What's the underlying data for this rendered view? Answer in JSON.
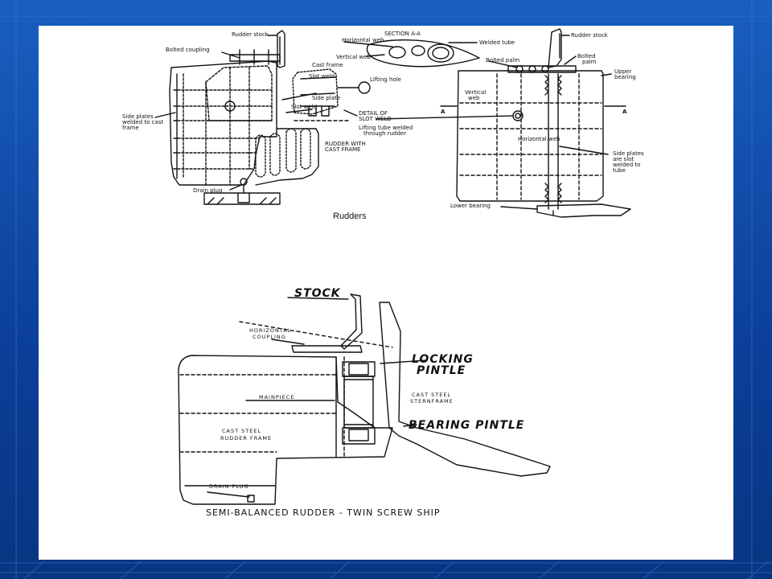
{
  "theme": {
    "background": "#0b3f99",
    "sheet": "#ffffff",
    "ink": "#111111"
  },
  "diagram_top": {
    "caption": "Rudders",
    "left_labels": {
      "rudder_stock": "Rudder stock",
      "bolted_coupling": "Bolted coupling",
      "side_plates_1": "Side plates",
      "side_plates_2": "welded to cast",
      "side_plates_3": "frame",
      "drain_plug": "Drain plug",
      "rudder_cast_1": "RUDDER WITH",
      "rudder_cast_2": "CAST FRAME"
    },
    "section": {
      "title": "SECTION A-A",
      "horizontal_web": "Horizontal web",
      "welded_tube": "Welded tube",
      "vertical_web": "Vertical web"
    },
    "slot_detail": {
      "cast_frame": "Cast frame",
      "slot_weld": "Slot weld",
      "lifting_hole": "Lifting hole",
      "side_plate": "Side plate",
      "slot_weld_2": "Slot weld",
      "detail_1": "DETAIL OF",
      "detail_2": "SLOT WELD",
      "lifting_tube_1": "Lifting tube welded",
      "lifting_tube_2": "through rudder"
    },
    "right_labels": {
      "rudder_stock": "Rudder stock",
      "bolted_palm_1": "Bolted palm",
      "bolted_1": "Bolted",
      "bolted_2": "palm",
      "upper_bearing_1": "Upper",
      "upper_bearing_2": "bearing",
      "vertical_web_1": "Vertical",
      "vertical_web_2": "web",
      "horizontal_web": "Horizontal web",
      "side_plates_1": "Side plates",
      "side_plates_2": "are slot",
      "side_plates_3": "welded to",
      "side_plates_4": "tube",
      "lower_bearing": "Lower bearing",
      "section_a_left": "A",
      "section_a_right": "A"
    }
  },
  "diagram_bottom": {
    "title": "SEMI-BALANCED RUDDER  -  TWIN SCREW SHIP",
    "stock": "STOCK",
    "horizontal_coupling_1": "HORIZONTAL",
    "horizontal_coupling_2": "COUPLING",
    "locking_pintle_1": "LOCKING",
    "locking_pintle_2": "PINTLE",
    "mainpiece": "MAINPIECE",
    "cast_steel_sternframe_1": "CAST STEEL",
    "cast_steel_sternframe_2": "STERNFRAME",
    "bearing_pintle": "BEARING PINTLE",
    "cast_steel_rudder_frame_1": "CAST  STEEL",
    "cast_steel_rudder_frame_2": "RUDDER FRAME",
    "drain_plug": "DRAIN PLUG"
  }
}
